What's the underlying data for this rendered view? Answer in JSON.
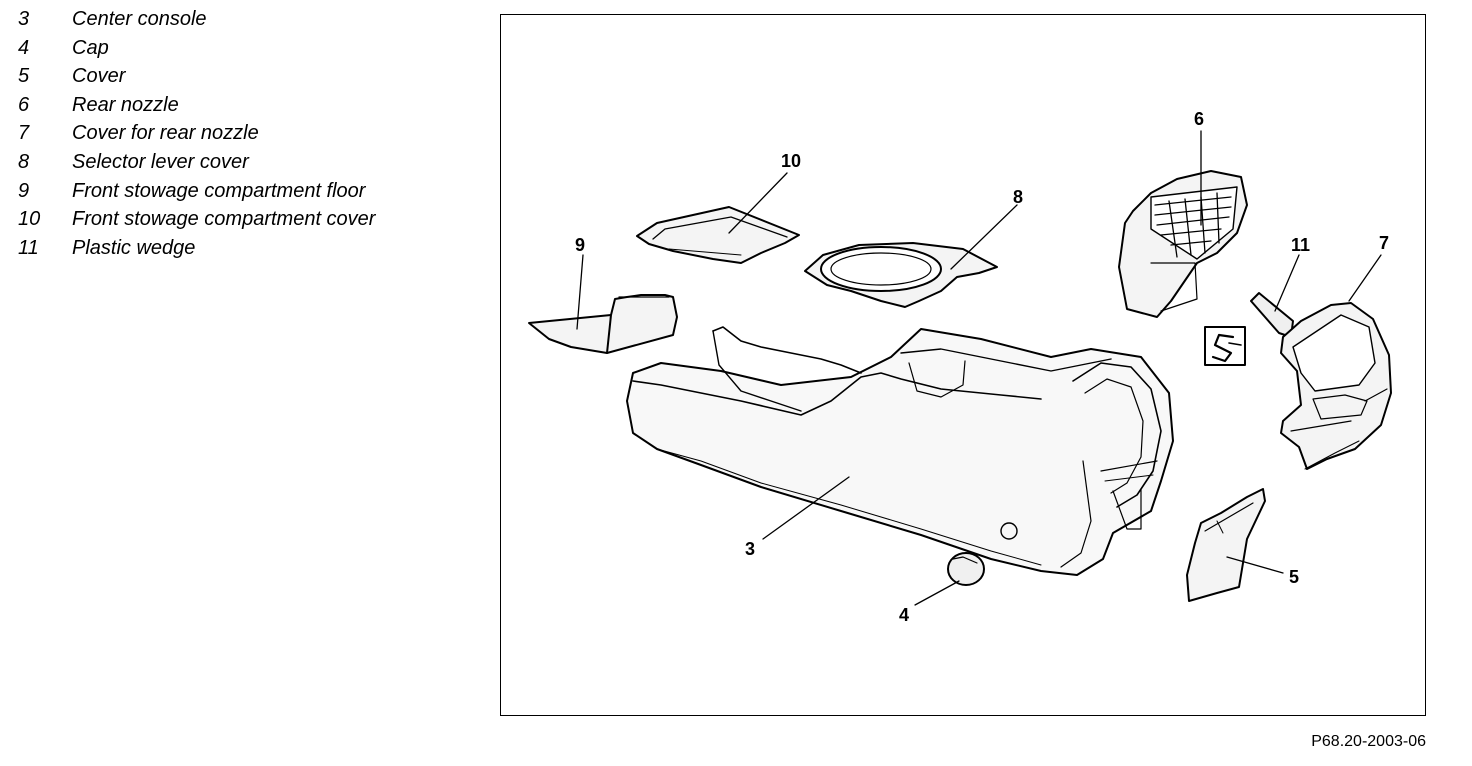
{
  "legend": [
    {
      "num": "3",
      "label": "Center console"
    },
    {
      "num": "4",
      "label": "Cap"
    },
    {
      "num": "5",
      "label": "Cover"
    },
    {
      "num": "6",
      "label": "Rear nozzle"
    },
    {
      "num": "7",
      "label": "Cover for rear nozzle"
    },
    {
      "num": "8",
      "label": "Selector lever cover"
    },
    {
      "num": "9",
      "label": "Front stowage compartment floor"
    },
    {
      "num": "10",
      "label": "Front stowage compartment cover"
    },
    {
      "num": "11",
      "label": "Plastic wedge"
    }
  ],
  "callouts": {
    "c3": "3",
    "c4": "4",
    "c5": "5",
    "c6": "6",
    "c7": "7",
    "c8": "8",
    "c9": "9",
    "c10": "10",
    "c11": "11"
  },
  "reference_code": "P68.20-2003-06"
}
